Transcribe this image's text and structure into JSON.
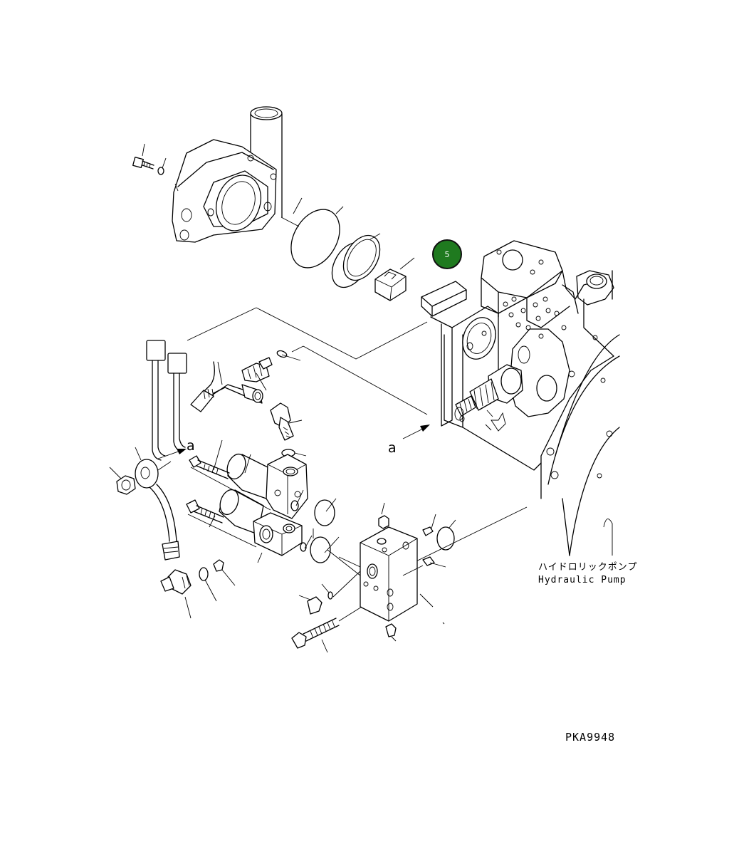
{
  "diagram": {
    "ref_a_left": "a",
    "ref_a_right": "a",
    "pump_label_jp": "ハイドロリックポンプ",
    "pump_label_en": "Hydraulic Pump",
    "drawing_code": "PKA9948"
  },
  "callouts": [
    {
      "number": "5",
      "color": "#1f7a1f"
    }
  ]
}
